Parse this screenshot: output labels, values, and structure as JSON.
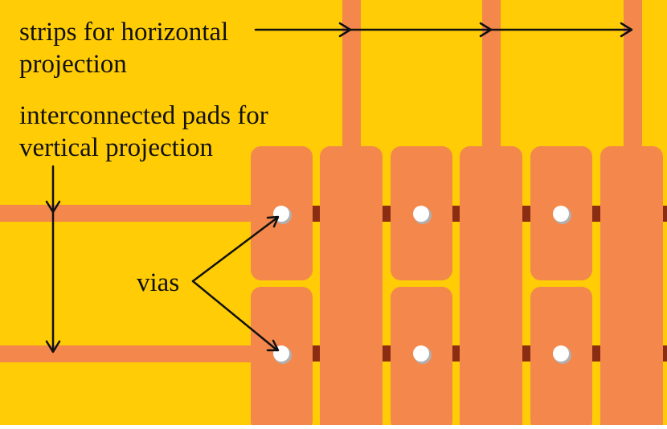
{
  "labels": {
    "strips_line1": "strips for horizontal",
    "strips_line2": "projection",
    "pads_line1": "interconnected pads for",
    "pads_line2": "vertical projection",
    "vias": "vias"
  },
  "colors": {
    "background": "#FFCC05",
    "copper": "#F4874B",
    "connector": "#8B2D12",
    "via_fill": "#FFFFFF",
    "via_shadow": "#B0B0B0",
    "text": "#111111",
    "arrow": "#111111"
  }
}
